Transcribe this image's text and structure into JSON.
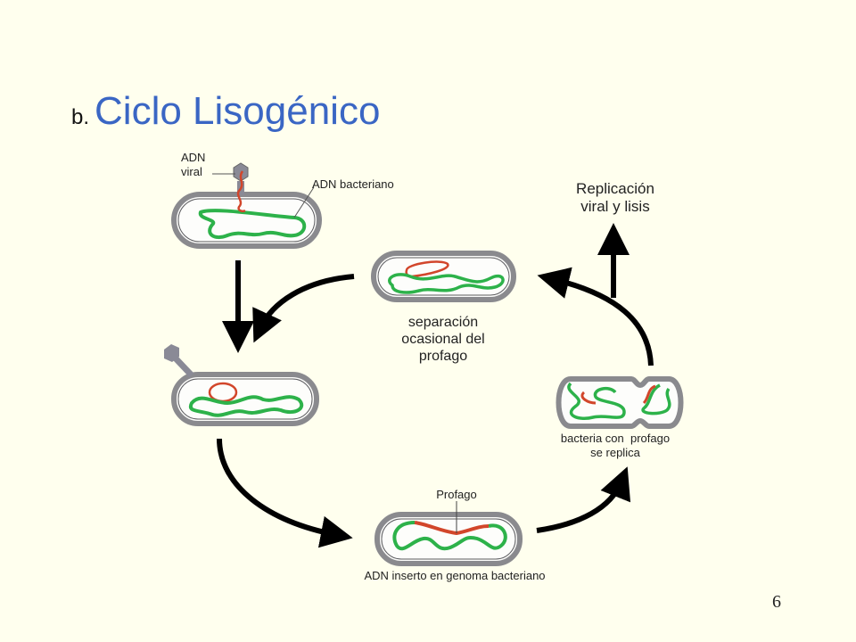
{
  "title": {
    "prefix": "b.",
    "main": "Ciclo Lisogénico"
  },
  "colors": {
    "background": "#FFFFEE",
    "title_blue": "#3A66C4",
    "bacterial_dna": "#2DB24A",
    "viral_dna": "#D2462B",
    "cell_wall": "#8A8A8E",
    "phage": "#8A8A96",
    "arrow": "#000000"
  },
  "labels": {
    "viral_dna": "ADN viral",
    "viral_dna_line1": "ADN",
    "viral_dna_line2": "viral",
    "bacterial_dna": "ADN bacteriano",
    "replication_line1": "Replicación",
    "replication_line2": "viral y lisis",
    "separation_line1": "separación",
    "separation_line2": "ocasional del",
    "separation_line3": "profago",
    "prophage": "Profago",
    "inserted": "ADN inserto en genoma bacteriano",
    "dividing_line1": "bacteria con  profago",
    "dividing_line2": "se replica"
  },
  "stages": [
    {
      "id": "infection",
      "description": "Phage injects viral DNA into bacterium"
    },
    {
      "id": "circularization",
      "description": "Viral DNA circularizes inside bacterium"
    },
    {
      "id": "integration",
      "description": "ADN inserto en genoma bacteriano"
    },
    {
      "id": "division",
      "description": "bacteria con profago se replica"
    },
    {
      "id": "excision",
      "description": "separación ocasional del profago"
    },
    {
      "id": "lysis",
      "description": "Replicación viral y lisis"
    }
  ],
  "page_number": "6"
}
